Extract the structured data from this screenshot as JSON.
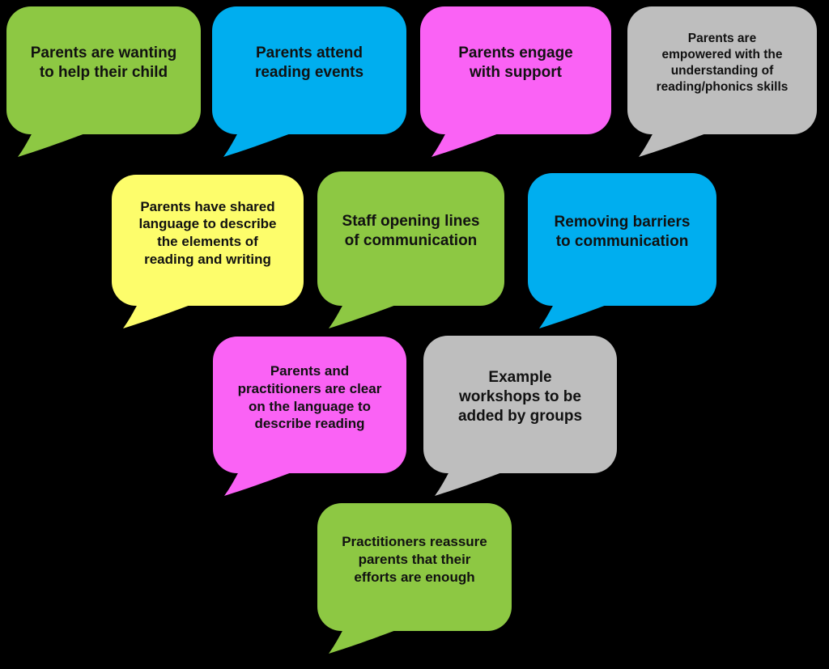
{
  "colors": {
    "green": "#8DC843",
    "blue": "#00AEEF",
    "magenta": "#FA62F5",
    "gray": "#BEBEBE",
    "yellow": "#FDFD6B",
    "background": "#000000",
    "text": "#111111"
  },
  "bubbles": [
    {
      "color": "green",
      "text": "Parents are wanting\nto help their child"
    },
    {
      "color": "blue",
      "text": "Parents attend\nreading events"
    },
    {
      "color": "magenta",
      "text": "Parents engage\nwith support"
    },
    {
      "color": "gray",
      "text": "Parents are\nempowered with the\nunderstanding of\nreading/phonics skills"
    },
    {
      "color": "yellow",
      "text": "Parents have shared\nlanguage to describe\nthe elements of\nreading and writing"
    },
    {
      "color": "green",
      "text": "Staff opening lines\nof communication"
    },
    {
      "color": "blue",
      "text": "Removing barriers\nto communication"
    },
    {
      "color": "magenta",
      "text": "Parents and\npractitioners are clear\non the language to\ndescribe reading"
    },
    {
      "color": "gray",
      "text": "Example\nworkshops to be\nadded by groups"
    },
    {
      "color": "green",
      "text": "Practitioners reassure\nparents that their\nefforts are enough"
    }
  ]
}
